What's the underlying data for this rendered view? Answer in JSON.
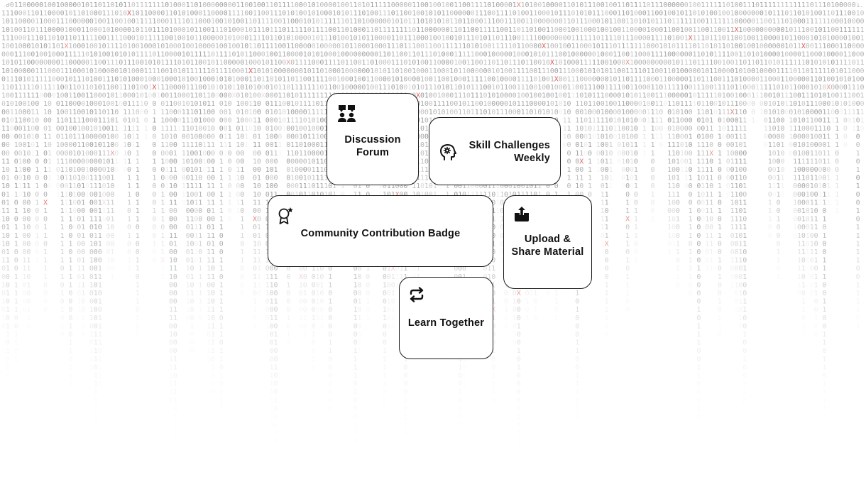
{
  "background": {
    "pattern": "binary-rain",
    "digit_color": "#9a9a9a",
    "accent_color": "#d9534f",
    "accent_glyph": "X"
  },
  "cards": [
    {
      "id": "card-forum",
      "icon": "discussion-users-icon",
      "label_lines": [
        "Discussion",
        "Forum"
      ]
    },
    {
      "id": "card-skill",
      "icon": "brain-gear-icon",
      "label_lines": [
        "Skill Challenges",
        "Weekly"
      ]
    },
    {
      "id": "card-badge",
      "icon": "badge-star-icon",
      "label_lines": [
        "Community Contribution Badge"
      ]
    },
    {
      "id": "card-upload",
      "icon": "upload-share-icon",
      "label_lines": [
        "Upload &",
        "Share Material"
      ]
    },
    {
      "id": "card-learn",
      "icon": "repeat-arrows-icon",
      "label_lines": [
        "Learn Together"
      ]
    }
  ],
  "colors": {
    "card_border": "#1a1a1a",
    "card_background": "#ffffff",
    "text": "#111111"
  }
}
